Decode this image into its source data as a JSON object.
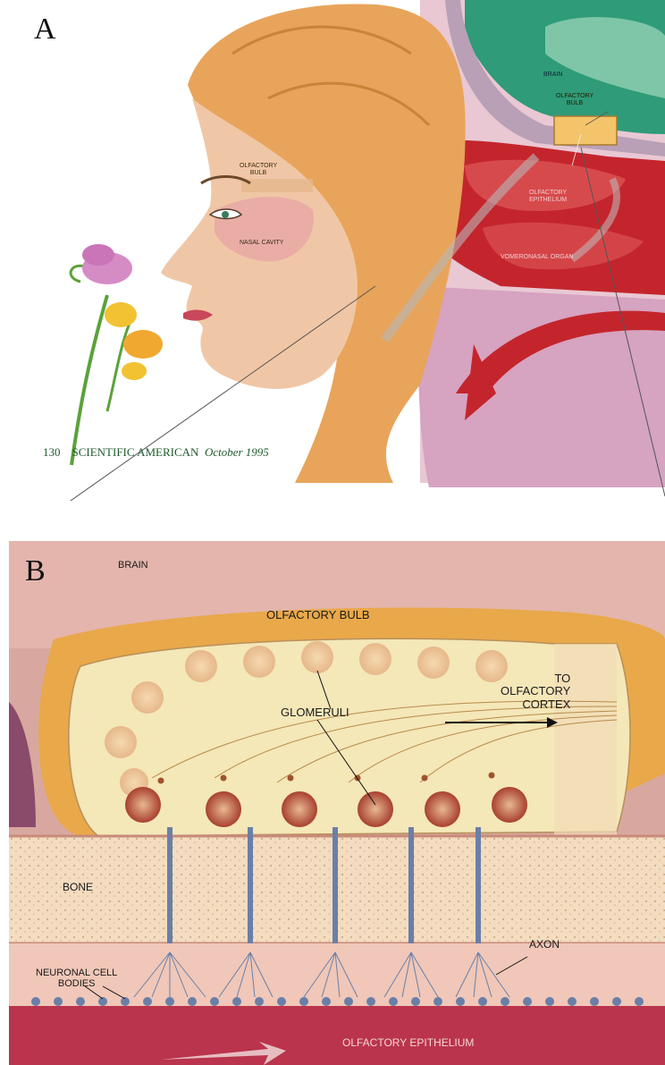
{
  "panel_a": {
    "letter": "A",
    "labels": {
      "brain": "BRAIN",
      "olfactory_bulb_inset": "OLFACTORY\nBULB",
      "olfactory_epithelium": "OLFACTORY\nEPITHELIUM",
      "vomeronasal_organ": "VOMERONASAL ORGAN",
      "olfactory_bulb_face": "OLFACTORY\nBULB",
      "nasal_cavity": "NASAL CAVITY"
    },
    "caption": {
      "page": "130",
      "publication": "SCIENTIFIC AMERICAN",
      "date": "October 1995"
    }
  },
  "panel_b": {
    "letter": "B",
    "labels": {
      "brain": "BRAIN",
      "olfactory_bulb": "OLFACTORY BULB",
      "to_olfactory_cortex": "TO\nOLFACTORY\nCORTEX",
      "glomeruli": "GLOMERULI",
      "bone": "BONE",
      "axon": "AXON",
      "neuronal_cell_bodies": "NEURONAL CELL\nBODIES",
      "olfactory_epithelium": "OLFACTORY EPITHELIUM"
    }
  },
  "colors": {
    "skin": "#f0c7a6",
    "hair": "#e8a45a",
    "brain_green": "#2f9b78",
    "cavity_red": "#c4252c",
    "tissue_pink": "#d88fa8",
    "bulb_orange": "#e9a84a",
    "bulb_inner": "#f4e7b8",
    "bone": "#f3dcc0",
    "epithelium": "#b9344c"
  }
}
